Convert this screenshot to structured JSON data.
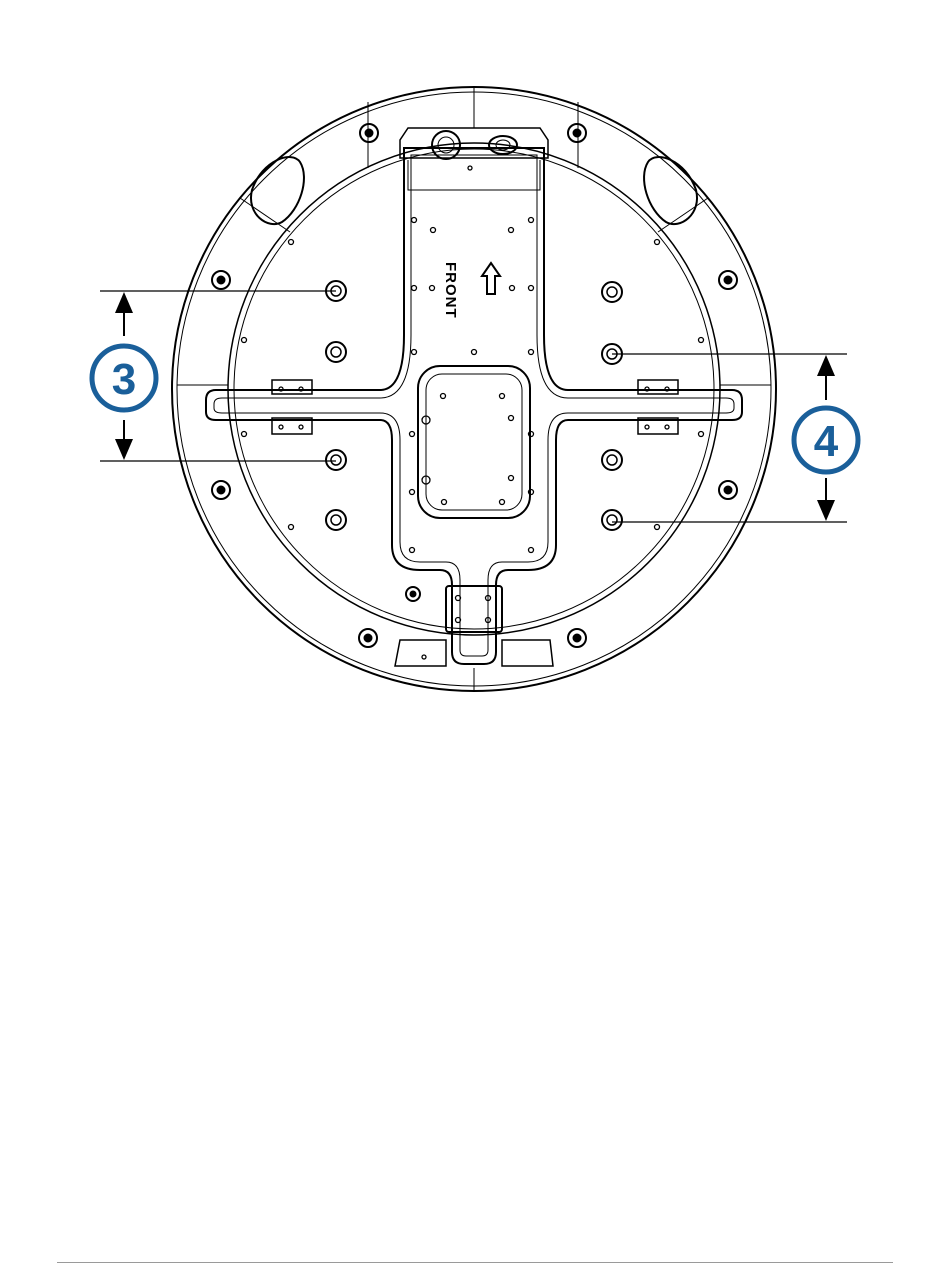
{
  "diagram": {
    "front_label": "FRONT",
    "callouts": [
      {
        "id": "3",
        "label": "3"
      },
      {
        "id": "4",
        "label": "4"
      }
    ],
    "colors": {
      "line": "#000000",
      "callout_blue": "#1a5f9a",
      "background": "#ffffff",
      "footer_rule": "#9a9a9a"
    }
  }
}
